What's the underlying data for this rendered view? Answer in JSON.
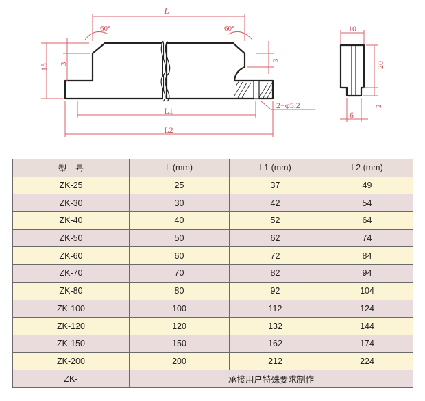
{
  "drawing": {
    "front_view": {
      "dim_L": "L",
      "dim_L1": "L1",
      "dim_L2": "L2",
      "angle_left": "60°",
      "angle_right": "60°",
      "height_total": "15",
      "step_left": "3",
      "step_right": "3",
      "hole_note": "2−φ5.2"
    },
    "side_view": {
      "width_top": "10",
      "height_main": "20",
      "foot_height": "2",
      "foot_width": "6"
    }
  },
  "table": {
    "headers": [
      "型　号",
      "L (mm)",
      "L1 (mm)",
      "L2 (mm)"
    ],
    "rows": [
      {
        "model": "ZK-25",
        "L": "25",
        "L1": "37",
        "L2": "49"
      },
      {
        "model": "ZK-30",
        "L": "30",
        "L1": "42",
        "L2": "54"
      },
      {
        "model": "ZK-40",
        "L": "40",
        "L1": "52",
        "L2": "64"
      },
      {
        "model": "ZK-50",
        "L": "50",
        "L1": "62",
        "L2": "74"
      },
      {
        "model": "ZK-60",
        "L": "60",
        "L1": "72",
        "L2": "84"
      },
      {
        "model": "ZK-70",
        "L": "70",
        "L1": "82",
        "L2": "94"
      },
      {
        "model": "ZK-80",
        "L": "80",
        "L1": "92",
        "L2": "104"
      },
      {
        "model": "ZK-100",
        "L": "100",
        "L1": "112",
        "L2": "124"
      },
      {
        "model": "ZK-120",
        "L": "120",
        "L1": "132",
        "L2": "144"
      },
      {
        "model": "ZK-150",
        "L": "150",
        "L1": "162",
        "L2": "174"
      },
      {
        "model": "ZK-200",
        "L": "200",
        "L1": "212",
        "L2": "224"
      }
    ],
    "custom_row": {
      "model": "ZK-",
      "note": "承接用户特殊要求制作"
    }
  }
}
